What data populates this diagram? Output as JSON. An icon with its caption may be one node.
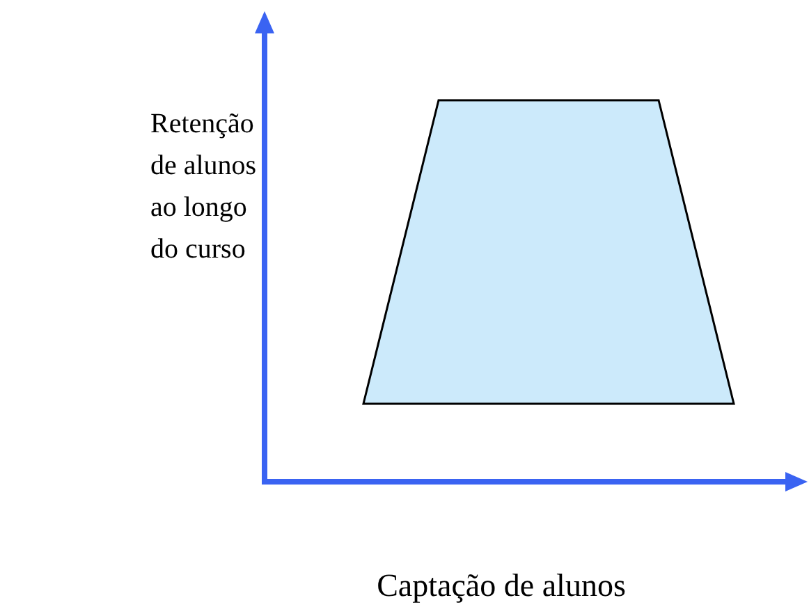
{
  "diagram": {
    "nodes": [
      {
        "text": [],
        "shape": "trapezoid"
      }
    ],
    "labels": [
      "Retenção de alunos ao longo do curso",
      "Captação de alunos"
    ]
  }
}
